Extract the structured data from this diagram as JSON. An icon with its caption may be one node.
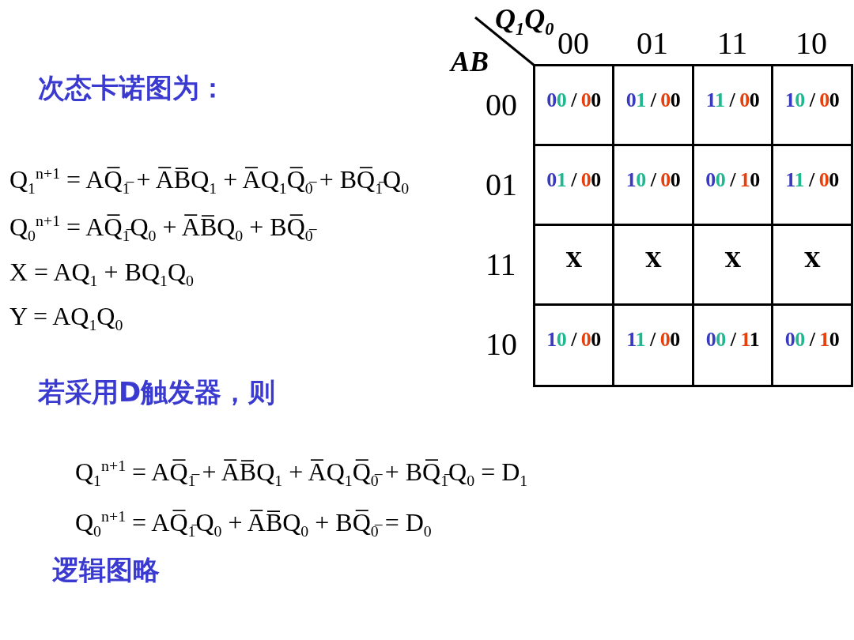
{
  "diagram": {
    "labels": [
      "次态卡诺图为：",
      "Q$_{1}$Q$_{0}$",
      "00",
      "01",
      "11",
      "10",
      "AB",
      "00",
      "00 / 00",
      "01 / 00",
      "11 / 00",
      "10 / 00",
      "Q$_{1}$$^{n+1}$ = AQ̅$_{1̅}$ + A̅B̅Q$_{1}$ + A̅Q$_{1}$Q̅$_{0̅}$ + BQ̅$_{1̅}$Q$_{0}$",
      "01",
      "01 / 00",
      "10 / 00",
      "00 / 10",
      "11 / 00",
      "Q$_{0}$$^{n+1}$ = AQ̅$_{1̅}$Q$_{0}$ + A̅B̅Q$_{0}$ + BQ̅$_{0̅}$",
      "X = AQ$_{1}$ + BQ$_{1}$Q$_{0}$",
      "11",
      "X",
      "X",
      "X",
      "X",
      "Y = AQ$_{1}$Q$_{0}$",
      "10",
      "10 / 00",
      "11 / 00",
      "00 / 11",
      "00 / 10",
      "若采用D触发器，则",
      "Q$_{1}$$^{n+1}$ = AQ̅$_{1̅}$ + A̅B̅Q$_{1}$ + A̅Q$_{1}$Q̅$_{0̅}$ + BQ̅$_{1̅}$Q$_{0}$ = D$_{1}$",
      "Q$_{0}$$^{n+1}$ = AQ̅$_{1̅}$Q$_{0}$ + A̅B̅Q$_{0}$ + BQ̅$_{0̅}$ = D$_{0}$",
      "逻辑图略"
    ]
  }
}
